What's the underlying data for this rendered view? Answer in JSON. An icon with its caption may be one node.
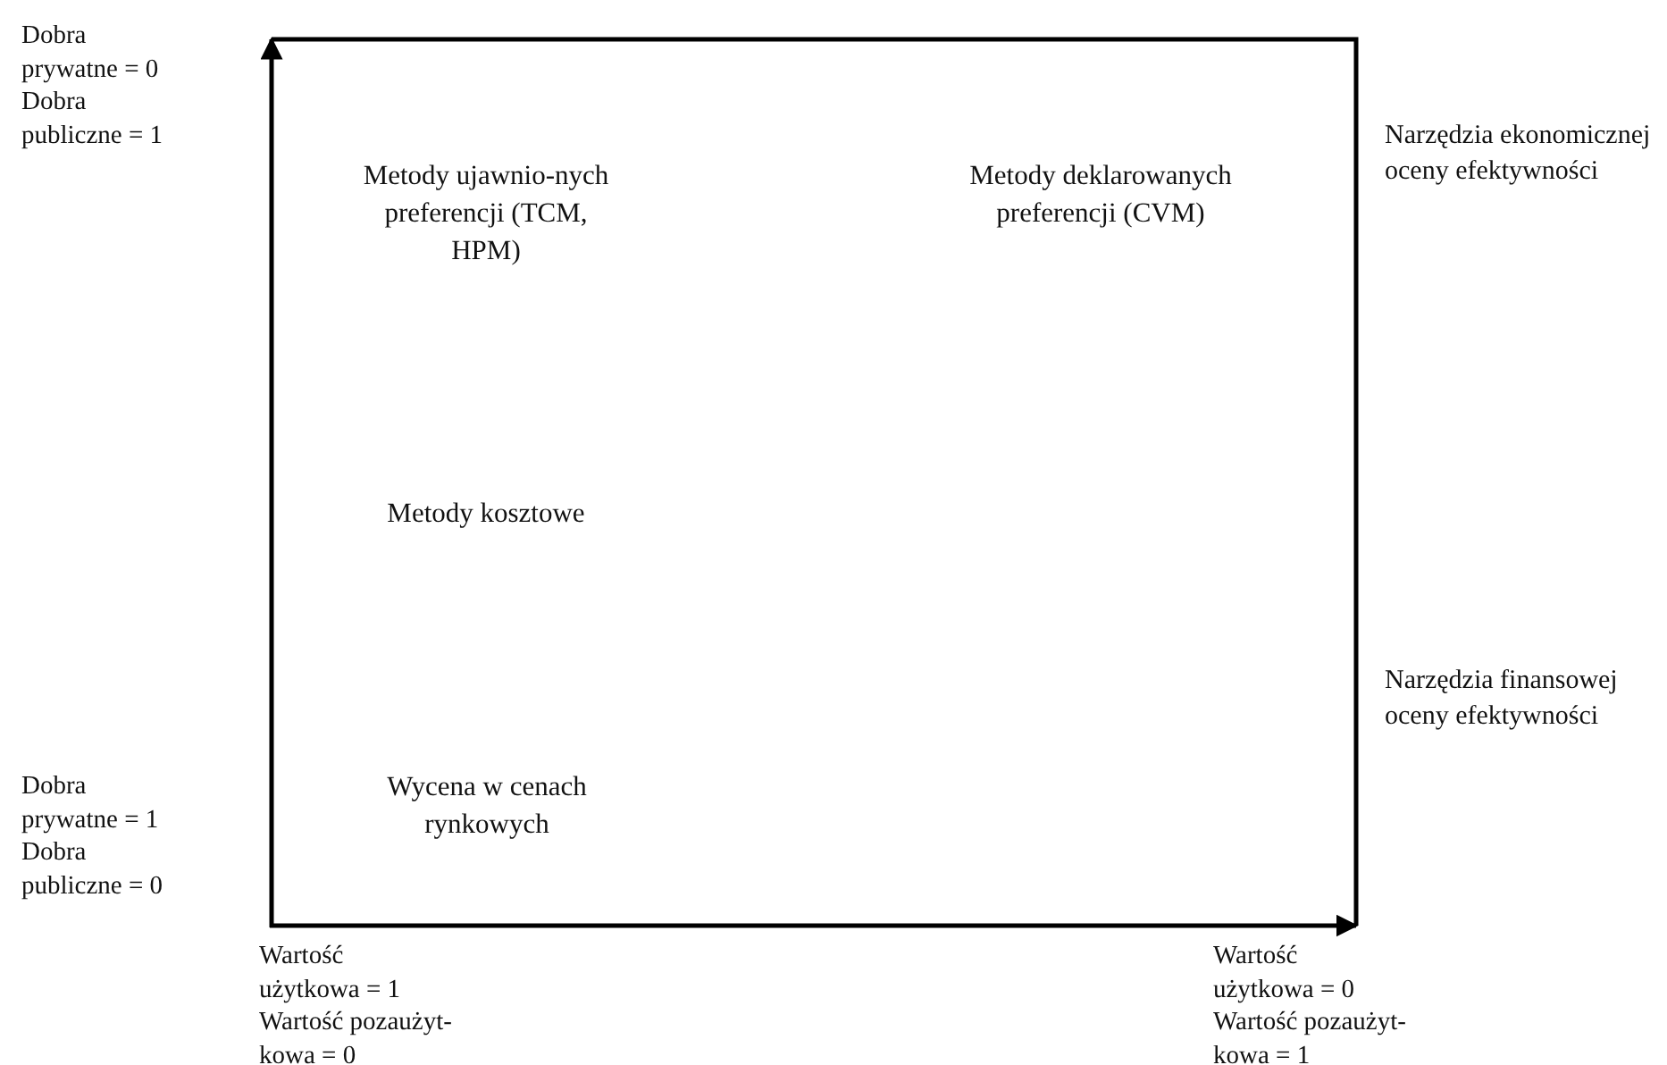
{
  "diagram": {
    "labels": [
      "Dobra prywatne = 0",
      "Dobra publiczne = 1",
      "Narzędzia ekonomicznej oceny efektywności",
      "Metody ujawnio-nych preferencji (TCM, HPM)",
      "Metody deklarowanych preferencji (CVM)",
      "Metody kosztowe",
      "Narzędzia finansowej oceny efektywności",
      "Dobra prywatne = 1",
      "Dobra publiczne = 0",
      "Wycena w cenach rynkowych",
      "Wartość użytkowa = 1",
      "Wartość pozaużyt-kowa = 0",
      "Wartość użytkowa = 0",
      "Wartość pozaużyt-kowa = 1"
    ]
  }
}
